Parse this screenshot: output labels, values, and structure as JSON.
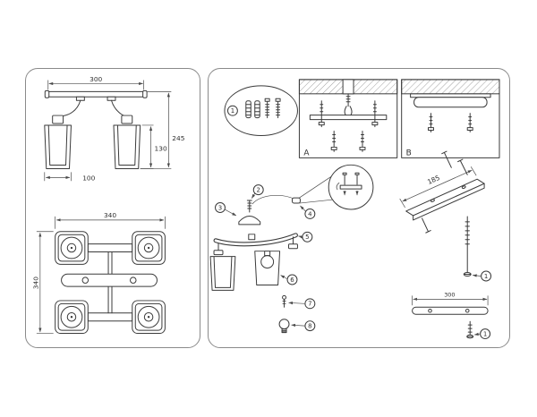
{
  "palette": {
    "ink": "#3a3a3a",
    "paper": "#ffffff",
    "border": "#8a8a8a"
  },
  "left_panel": {
    "front_view": {
      "width": "300",
      "total_height": "245",
      "shade_height": "130",
      "shade_width": "100"
    },
    "top_view": {
      "width": "340",
      "depth": "340"
    }
  },
  "right_panel": {
    "hardware": {
      "callout": "1"
    },
    "sections": {
      "a": "A",
      "b": "B"
    },
    "callouts": {
      "c2": "2",
      "c3": "3",
      "c4": "4",
      "c5": "5",
      "c6": "6",
      "c7": "7",
      "c8": "8"
    },
    "rail": {
      "length": "185",
      "callout": "1"
    },
    "bar": {
      "length": "300",
      "callout": "1"
    }
  }
}
